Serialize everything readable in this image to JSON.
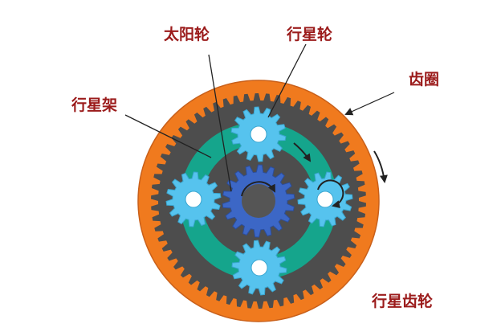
{
  "labels": {
    "sun_gear": "太阳轮",
    "planet_gear": "行星轮",
    "ring_gear": "齿圈",
    "planet_carrier": "行星架",
    "title": "行星齿轮"
  },
  "colors": {
    "label_text": "#9b1b1b",
    "ring_outer": "#f07a1e",
    "ring_inner_dark": "#4d4d4d",
    "carrier": "#15a58c",
    "planet_gear": "#56c3ee",
    "sun_gear": "#3c67c6",
    "sun_hub": "#555555",
    "leader_line": "#222222",
    "arrow": "#222222"
  },
  "components": [
    {
      "name": "ring-gear",
      "teeth": 62
    },
    {
      "name": "planet-gear",
      "count": 4,
      "teeth": 14
    },
    {
      "name": "sun-gear",
      "teeth": 18
    },
    {
      "name": "planet-carrier"
    }
  ]
}
